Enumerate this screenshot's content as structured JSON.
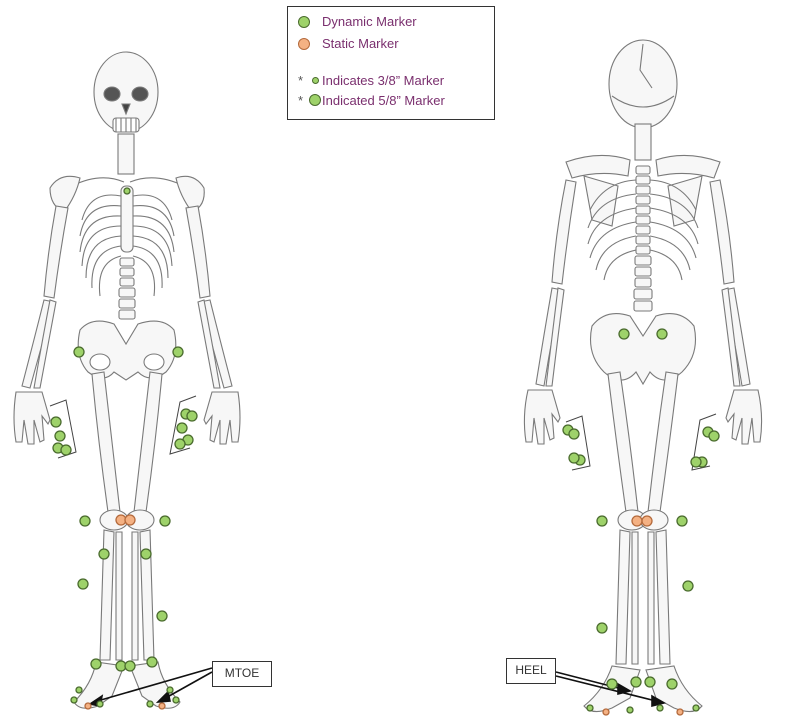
{
  "legend": {
    "dynamic_label": "Dynamic Marker",
    "static_label": "Static Marker",
    "note_star": "*",
    "small_label": "Indicates 3/8” Marker",
    "large_label": "Indicated 5/8” Marker"
  },
  "callouts": {
    "front": "MTOE",
    "back": "HEEL"
  },
  "colors": {
    "dynamic": "#9ed26a",
    "static": "#f4b183",
    "marker_outline": "#4a6b2e",
    "static_outline": "#b46a3c",
    "bone": "#f7f7f7",
    "bone_outline": "#7a7a7a",
    "legend_text": "#7a2f6e"
  },
  "figures": {
    "front": {
      "view": "anterior"
    },
    "back": {
      "view": "posterior"
    }
  }
}
